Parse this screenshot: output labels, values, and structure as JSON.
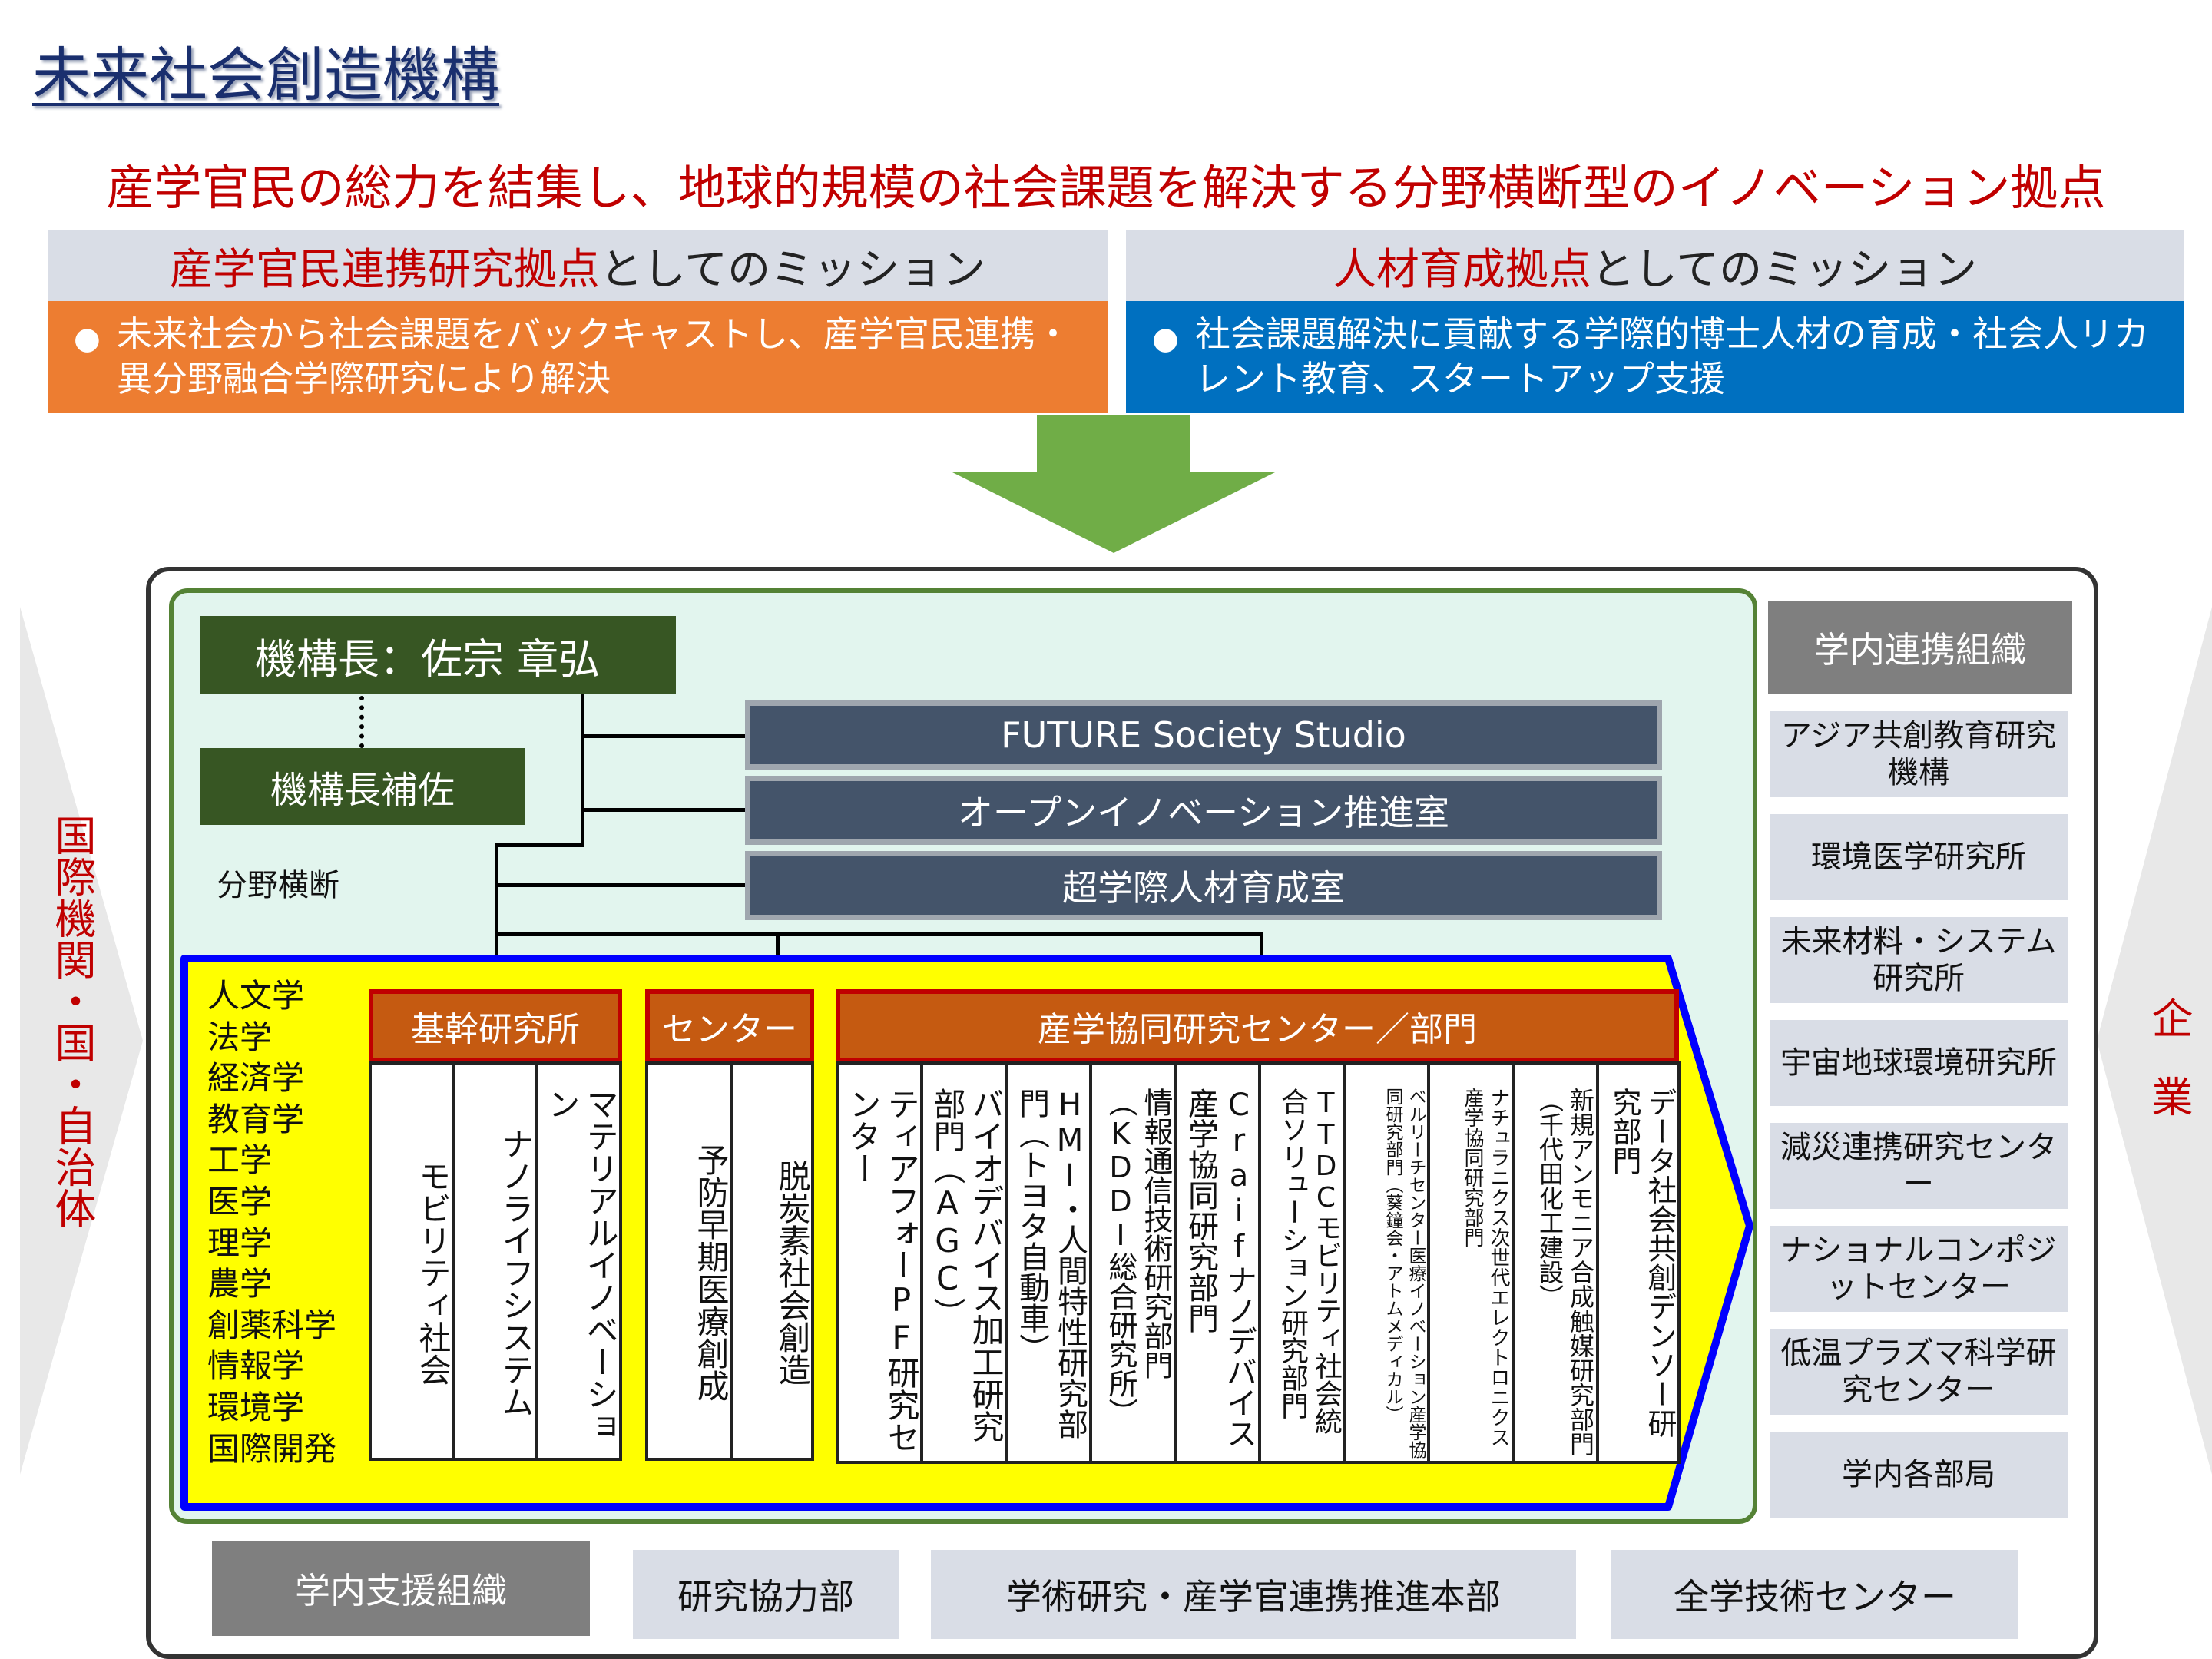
{
  "title": "未来社会創造機構",
  "subtitle": "産学官民の総力を結集し、地球的規模の社会課題を解決する分野横断型のイノベーション拠点",
  "missions": {
    "left": {
      "head_red": "産学官民連携研究拠点",
      "head_rest": "としてのミッション",
      "body": "未来社会から社会課題をバックキャストし、産学官民連携・異分野融合学際研究により解決",
      "bullet": "●"
    },
    "right": {
      "head_red": "人材育成拠点",
      "head_rest": "としてのミッション",
      "body": "社会課題解決に貢献する学際的博士人材の育成・社会人リカレント教育、スタートアップ支援",
      "bullet": "●"
    }
  },
  "colors": {
    "orange": "#ed7d31",
    "blue": "#0070c0",
    "arrow_green": "#70ad47",
    "yellow": "#ffff00",
    "frame_blue": "#0000ff",
    "panel_green": "#e2f5ee",
    "red_text": "#c00000"
  },
  "left_side": "国際機関・国・自治体",
  "right_side": "企業",
  "org": {
    "director": "機構長：佐宗 章弘",
    "assistant": "機構長補佐",
    "cross_field": "分野横断",
    "offices": [
      "FUTURE Society Studio",
      "オープンイノベーション推進室",
      "超学際人材育成室"
    ],
    "faculties": [
      "人文学",
      "法学",
      "経済学",
      "教育学",
      "工学",
      "医学",
      "理学",
      "農学",
      "創薬科学",
      "情報学",
      "環境学",
      "国際開発"
    ],
    "core_institute": {
      "label": "基幹研究所",
      "items": [
        "モビリティ社会",
        "ナノライフシステム",
        "マテリアルイノベーション"
      ]
    },
    "center": {
      "label": "センター",
      "items": [
        "予防早期医療創成",
        "脱炭素社会創造"
      ]
    },
    "industry": {
      "label": "産学協同研究センター／部門",
      "items": [
        "ティアフォーPF研究センター",
        "バイオデバイス加工研究部門（AGC）",
        "HMI・人間特性研究部門（トヨタ自動車）",
        "情報通信技術研究部門（KDDI総合研究所）",
        "Craifナノデバイス産学協同研究部門",
        "TTDCモビリティ社会統合ソリューション研究部門",
        "ベルリーチセンター医療イノベーション産学協同研究部門（葵鐘会・アトムメディカル）",
        "ナチュラニクス次世代エレクトロニクス産学協同研究部門",
        "新規アンモニア合成触媒研究部門（千代田化工建設）",
        "データ社会共創デンソー研究部門"
      ]
    }
  },
  "internal": {
    "head": "学内連携組織",
    "items": [
      "アジア共創教育研究機構",
      "環境医学研究所",
      "未来材料・システム研究所",
      "宇宙地球環境研究所",
      "減災連携研究センター",
      "ナショナルコンポジットセンター",
      "低温プラズマ科学研究センター",
      "学内各部局"
    ]
  },
  "support": {
    "head": "学内支援組織",
    "items": [
      "研究協力部",
      "学術研究・産学官連携推進本部",
      "全学技術センター"
    ]
  }
}
